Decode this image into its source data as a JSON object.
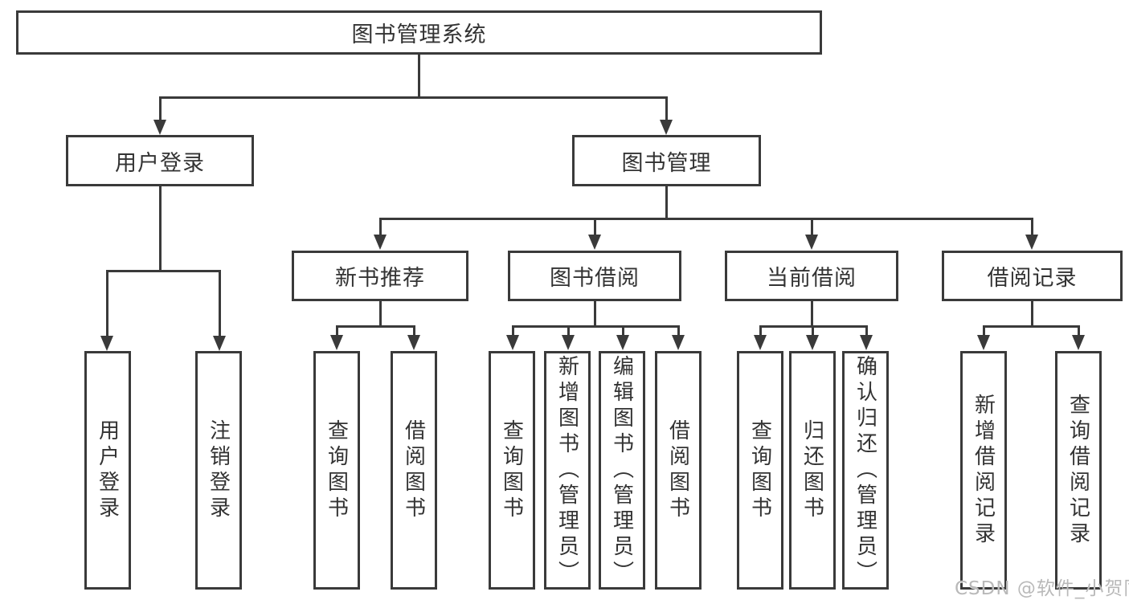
{
  "diagram": {
    "root": {
      "label": "图书管理系统"
    },
    "level2": [
      {
        "label": "用户登录",
        "leaves": [
          {
            "label": "用户登录"
          },
          {
            "label": "注销登录"
          }
        ]
      },
      {
        "label": "图书管理",
        "groups": [
          {
            "label": "新书推荐",
            "leaves": [
              {
                "label": "查询图书"
              },
              {
                "label": "借阅图书"
              }
            ]
          },
          {
            "label": "图书借阅",
            "leaves": [
              {
                "label": "查询图书"
              },
              {
                "label": "新增图书（管理员）"
              },
              {
                "label": "编辑图书（管理员）"
              },
              {
                "label": "借阅图书"
              }
            ]
          },
          {
            "label": "当前借阅",
            "leaves": [
              {
                "label": "查询图书"
              },
              {
                "label": "归还图书"
              },
              {
                "label": "确认归还（管理员）"
              }
            ]
          },
          {
            "label": "借阅记录",
            "leaves": [
              {
                "label": "新增借阅记录"
              },
              {
                "label": "查询借阅记录"
              }
            ]
          }
        ]
      }
    ]
  },
  "watermark": {
    "text": "CSDN @软件_小贺同学"
  },
  "colors": {
    "line": "#3a3a3a",
    "text": "#333333",
    "watermark": "#b9b9b9",
    "background": "#ffffff"
  }
}
